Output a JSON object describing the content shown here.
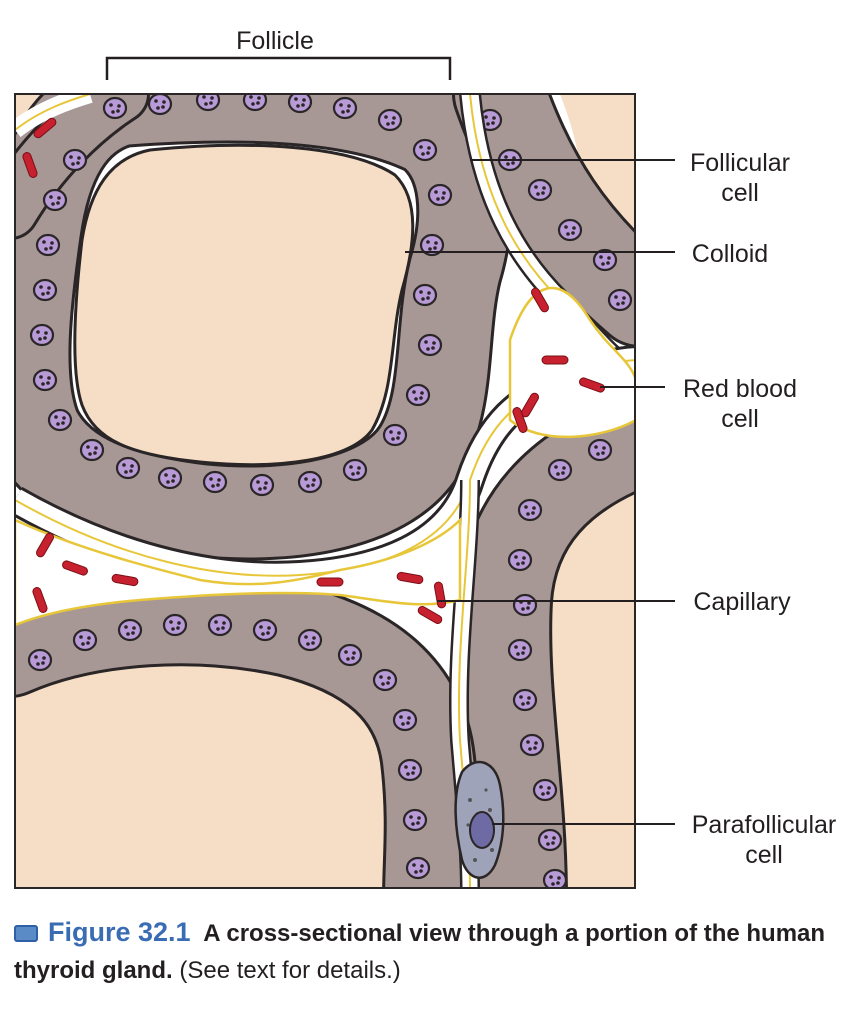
{
  "labels": {
    "follicle": "Follicle",
    "follicular_cell_line1": "Follicular",
    "follicular_cell_line2": "cell",
    "colloid": "Colloid",
    "red_blood_cell_line1": "Red blood",
    "red_blood_cell_line2": "cell",
    "capillary": "Capillary",
    "parafollicular_cell_line1": "Parafollicular",
    "parafollicular_cell_line2": "cell"
  },
  "caption": {
    "figure_number": "Figure 32.1",
    "title": "A cross-sectional view through a portion of the human thyroid gland.",
    "note": "(See text for details.)"
  },
  "colors": {
    "colloid": "#f5dec5",
    "cell": "#a79895",
    "nucleus": "#b79ad6",
    "red_blood_cell": "#c7202e",
    "basement": "#e8c63a",
    "parafollicular": "#9fa3ba",
    "caption_accent": "#3a6cb4"
  }
}
